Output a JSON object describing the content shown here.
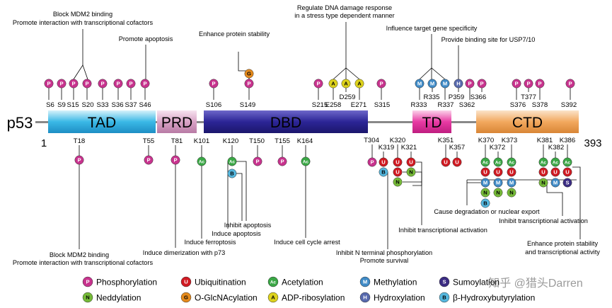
{
  "protein": {
    "name": "p53",
    "start": "1",
    "end": "393"
  },
  "domains": [
    {
      "label": "TAD"
    },
    {
      "label": "PRD"
    },
    {
      "label": "DBD"
    },
    {
      "label": "TD"
    },
    {
      "label": "CTD"
    }
  ],
  "top_sites": [
    {
      "label": "S6",
      "mod": "P"
    },
    {
      "label": "S9",
      "mod": "P"
    },
    {
      "label": "S15",
      "mod": "P"
    },
    {
      "label": "S20",
      "mod": "P"
    },
    {
      "label": "S33",
      "mod": "P"
    },
    {
      "label": "S36",
      "mod": "P"
    },
    {
      "label": "S37",
      "mod": "P"
    },
    {
      "label": "S46",
      "mod": "P"
    },
    {
      "label": "S106",
      "mod": "P"
    },
    {
      "label": "S149",
      "mod": "P"
    },
    {
      "label": "S215",
      "mod": "P"
    },
    {
      "label": "E258",
      "mod": "A"
    },
    {
      "label": "D259",
      "mod": "A"
    },
    {
      "label": "E271",
      "mod": "A"
    },
    {
      "label": "S315",
      "mod": "P"
    },
    {
      "label": "R333",
      "mod": "M"
    },
    {
      "label": "R335",
      "mod": "M"
    },
    {
      "label": "R337",
      "mod": "M"
    },
    {
      "label": "P359",
      "mod": "H"
    },
    {
      "label": "S362",
      "mod": "P"
    },
    {
      "label": "S366",
      "mod": "P"
    },
    {
      "label": "S376",
      "mod": "P"
    },
    {
      "label": "T377",
      "mod": "P"
    },
    {
      "label": "S378",
      "mod": "P"
    },
    {
      "label": "S392",
      "mod": "P"
    }
  ],
  "top_extra_marker": "G",
  "bottom_sites": [
    {
      "label": "T18"
    },
    {
      "label": "T55"
    },
    {
      "label": "T81"
    },
    {
      "label": "K101"
    },
    {
      "label": "K120"
    },
    {
      "label": "T150"
    },
    {
      "label": "T155"
    },
    {
      "label": "K164"
    },
    {
      "label": "T304"
    },
    {
      "label": "K319"
    },
    {
      "label": "K320"
    },
    {
      "label": "K321"
    },
    {
      "label": "K351"
    },
    {
      "label": "K357"
    },
    {
      "label": "K370"
    },
    {
      "label": "K372"
    },
    {
      "label": "K373"
    },
    {
      "label": "K381"
    },
    {
      "label": "K382"
    },
    {
      "label": "K386"
    }
  ],
  "functions_top": [
    "Block MDM2 binding",
    "Promote interaction with transcriptional cofactors",
    "Promote apoptosis",
    "Enhance protein stability",
    "Regulate DNA damage response",
    "in a stress type dependent manner",
    "Influence target gene specificity",
    "Provide binding site for USP7/10"
  ],
  "functions_bottom": [
    "Inhibit apoptosis",
    "Induce apoptosis",
    "Induce ferroptosis",
    "Induce cell cycle arrest",
    "Block MDM2 binding",
    "Promote interaction with transcriptional cofactors",
    "Induce dimerization with p73",
    "Inhibit N terminal phosphorylation",
    "Promote survival",
    "Inhibit transcriptional activation",
    "Cause degradation or nuclear export",
    "Inhibit transcriptional activation",
    "Enhance protein stability",
    "and transcriptional activity"
  ],
  "legend": [
    {
      "symbol": "P",
      "label": "Phosphorylation"
    },
    {
      "symbol": "U",
      "label": "Ubiquitination"
    },
    {
      "symbol": "Ac",
      "label": "Acetylation"
    },
    {
      "symbol": "M",
      "label": "Methylation"
    },
    {
      "symbol": "S",
      "label": "Sumoylation"
    },
    {
      "symbol": "N",
      "label": "Neddylation"
    },
    {
      "symbol": "G",
      "label": "O-GlcNAcylation"
    },
    {
      "symbol": "A",
      "label": "ADP-ribosylation"
    },
    {
      "symbol": "H",
      "label": "Hydroxylation"
    },
    {
      "symbol": "B",
      "label": "β-Hydroxybutyrylation"
    }
  ],
  "watermark": "知乎 @猎头Darren",
  "colors": {
    "P": "#c8338e",
    "U": "#d11a22",
    "Ac": "#3aa745",
    "M": "#3f8ac6",
    "S": "#3b2c82",
    "N": "#76bb38",
    "G": "#e58a1c",
    "A": "#ddd21c",
    "H": "#5769ad",
    "B": "#55b7de"
  }
}
